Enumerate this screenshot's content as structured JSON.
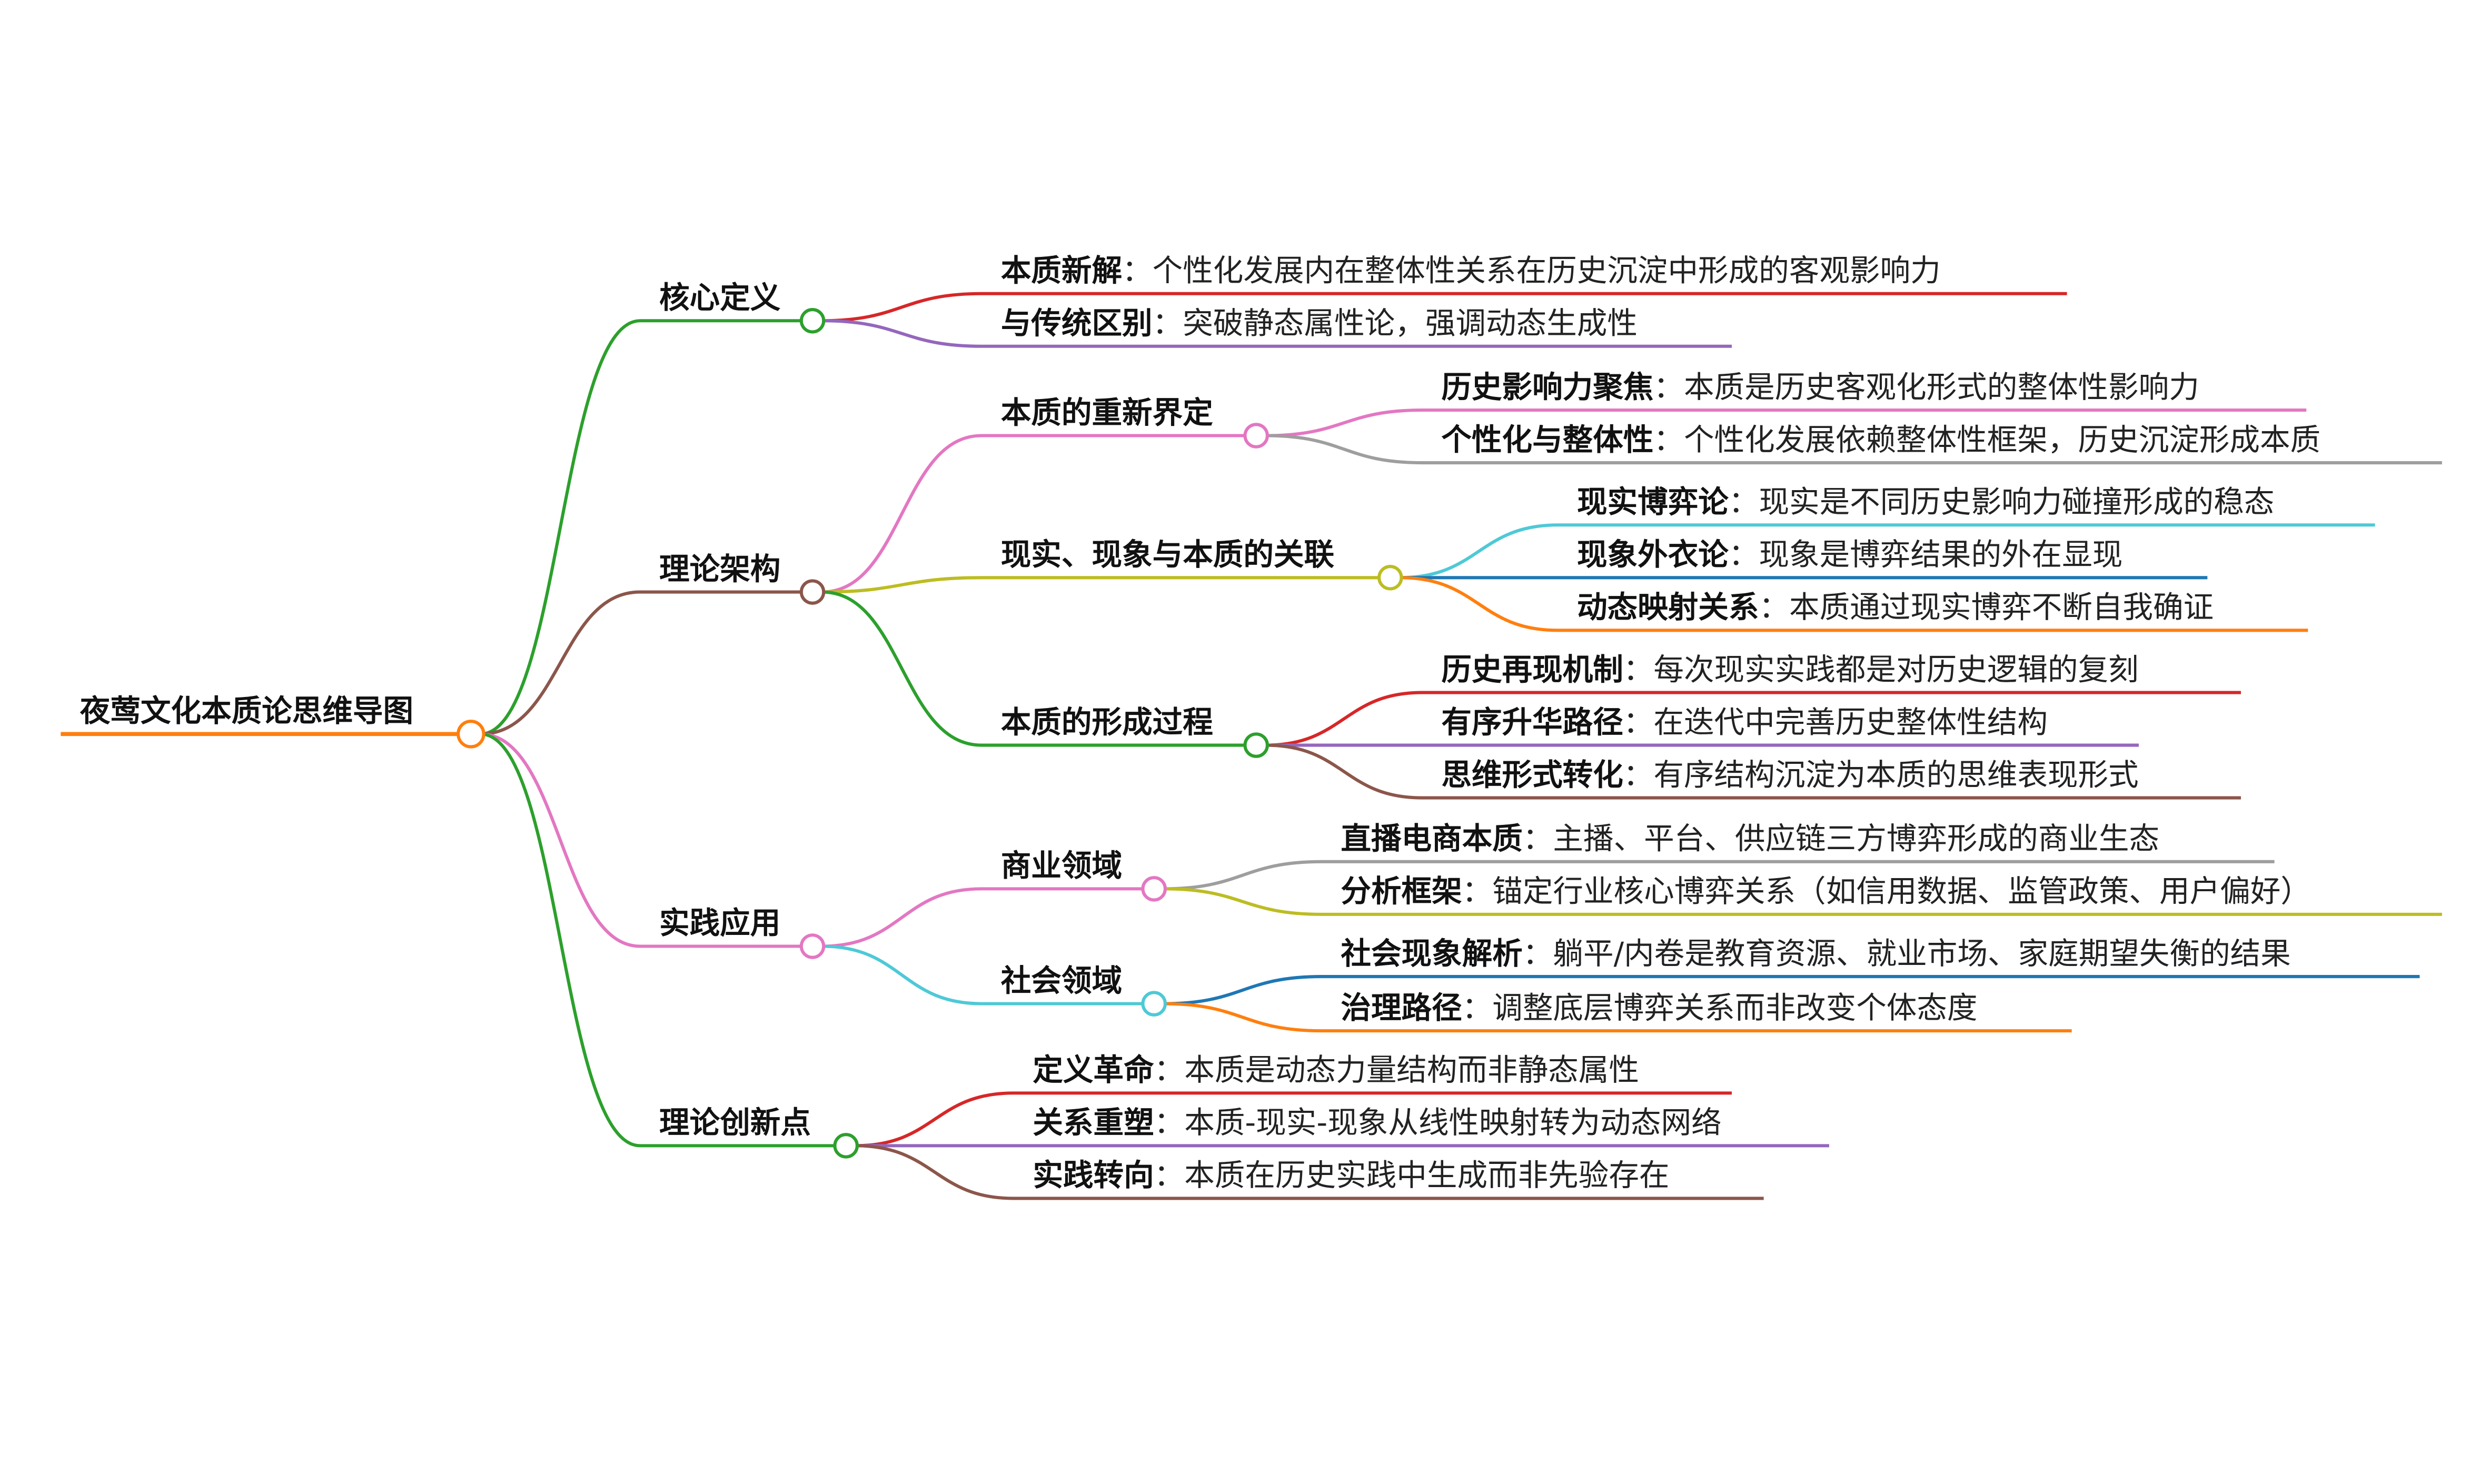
{
  "root": {
    "label": "夜莺文化本质论思维导图",
    "color": "#ff7f0e",
    "children": [
      {
        "id": "c1",
        "label": "核心定义",
        "color": "#2ca02c",
        "children": [
          {
            "id": "c1a",
            "label": "本质新解",
            "desc": "个性化发展内在整体性关系在历史沉淀中形成的客观影响力",
            "color": "#d62728"
          },
          {
            "id": "c1b",
            "label": "与传统区别",
            "desc": "突破静态属性论，强调动态生成性",
            "color": "#9467bd"
          }
        ]
      },
      {
        "id": "c2",
        "label": "理论架构",
        "color": "#8c564b",
        "children": [
          {
            "id": "c2a",
            "label": "本质的重新界定",
            "color": "#e377c2",
            "children": [
              {
                "id": "c2a1",
                "label": "历史影响力聚焦",
                "desc": "本质是历史客观化形式的整体性影响力",
                "color": "#e377c2"
              },
              {
                "id": "c2a2",
                "label": "个性化与整体性",
                "desc": "个性化发展依赖整体性框架，历史沉淀形成本质",
                "color": "#9e9e9e"
              }
            ]
          },
          {
            "id": "c2b",
            "label": "现实、现象与本质的关联",
            "color": "#bcbd22",
            "children": [
              {
                "id": "c2b1",
                "label": "现实博弈论",
                "desc": "现实是不同历史影响力碰撞形成的稳态",
                "color": "#4ec9d6"
              },
              {
                "id": "c2b2",
                "label": "现象外衣论",
                "desc": "现象是博弈结果的外在显现",
                "color": "#1f77b4"
              },
              {
                "id": "c2b3",
                "label": "动态映射关系",
                "desc": "本质通过现实博弈不断自我确证",
                "color": "#ff7f0e"
              }
            ]
          },
          {
            "id": "c2c",
            "label": "本质的形成过程",
            "color": "#2ca02c",
            "children": [
              {
                "id": "c2c1",
                "label": "历史再现机制",
                "desc": "每次现实实践都是对历史逻辑的复刻",
                "color": "#d62728"
              },
              {
                "id": "c2c2",
                "label": "有序升华路径",
                "desc": "在迭代中完善历史整体性结构",
                "color": "#9467bd"
              },
              {
                "id": "c2c3",
                "label": "思维形式转化",
                "desc": "有序结构沉淀为本质的思维表现形式",
                "color": "#8c564b"
              }
            ]
          }
        ]
      },
      {
        "id": "c3",
        "label": "实践应用",
        "color": "#e377c2",
        "children": [
          {
            "id": "c3a",
            "label": "商业领域",
            "color": "#e377c2",
            "children": [
              {
                "id": "c3a1",
                "label": "直播电商本质",
                "desc": "主播、平台、供应链三方博弈形成的商业生态",
                "color": "#9e9e9e"
              },
              {
                "id": "c3a2",
                "label": "分析框架",
                "desc": "锚定行业核心博弈关系（如信用数据、监管政策、用户偏好）",
                "color": "#bcbd22"
              }
            ]
          },
          {
            "id": "c3b",
            "label": "社会领域",
            "color": "#4ec9d6",
            "children": [
              {
                "id": "c3b1",
                "label": "社会现象解析",
                "desc": "躺平/内卷是教育资源、就业市场、家庭期望失衡的结果",
                "color": "#1f77b4"
              },
              {
                "id": "c3b2",
                "label": "治理路径",
                "desc": "调整底层博弈关系而非改变个体态度",
                "color": "#ff7f0e"
              }
            ]
          }
        ]
      },
      {
        "id": "c4",
        "label": "理论创新点",
        "color": "#2ca02c",
        "children": [
          {
            "id": "c4a",
            "label": "定义革命",
            "desc": "本质是动态力量结构而非静态属性",
            "color": "#d62728"
          },
          {
            "id": "c4b",
            "label": "关系重塑",
            "desc": "本质-现实-现象从线性映射转为动态网络",
            "color": "#9467bd"
          },
          {
            "id": "c4c",
            "label": "实践转向",
            "desc": "本质在历史实践中生成而非先验存在",
            "color": "#8c564b"
          }
        ]
      }
    ]
  },
  "separator": "："
}
